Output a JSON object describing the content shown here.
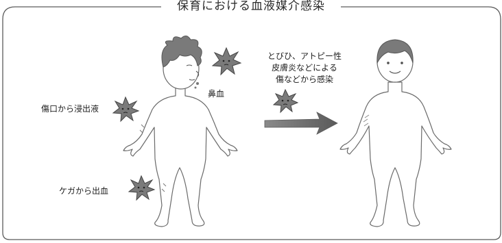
{
  "title": "保育における血液媒介感染",
  "labels": {
    "nosebleed": "鼻血",
    "wound_exudate": "傷口から浸出液",
    "injury_bleeding": "ケガから出血",
    "infection_route": [
      "とびひ、アトピー性",
      "皮膚炎などによる",
      "傷などから感染"
    ]
  },
  "colors": {
    "frame": "#555555",
    "skin_outline": "#666666",
    "hair": "#666666",
    "germ_fill": "#7a7a7a",
    "arrow": "#6c6c6c"
  }
}
